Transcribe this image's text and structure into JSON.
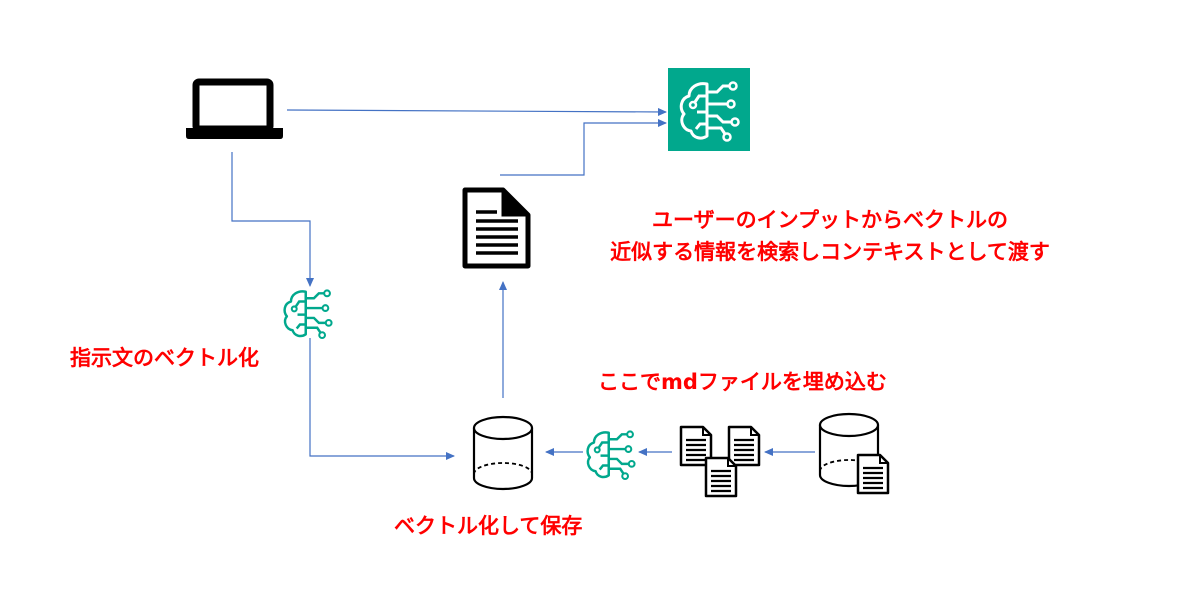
{
  "labels": {
    "rag_context_line1": "ユーザーのインプットからベクトルの",
    "rag_context_line2": "近似する情報を検索しコンテキストとして渡す",
    "embed_query": "指示文のベクトル化",
    "embed_md": "ここでmdファイルを埋め込む",
    "vectorize_store": "ベクトル化して保存"
  },
  "nodes": {
    "laptop": {
      "icon": "laptop-icon"
    },
    "llm_service": {
      "icon": "ai-brain-icon",
      "color": "#01A88D"
    },
    "document": {
      "icon": "document-icon"
    },
    "embedding_query": {
      "icon": "ai-brain-icon",
      "color": "#01A88D"
    },
    "embedding_docs": {
      "icon": "ai-brain-icon",
      "color": "#01A88D"
    },
    "vector_db": {
      "icon": "database-icon"
    },
    "md_files": {
      "icon": "documents-icon"
    },
    "source_db": {
      "icon": "database-with-document-icon"
    }
  },
  "colors": {
    "arrow": "#4472C4",
    "label": "#FF0000",
    "accent": "#01A88D"
  }
}
